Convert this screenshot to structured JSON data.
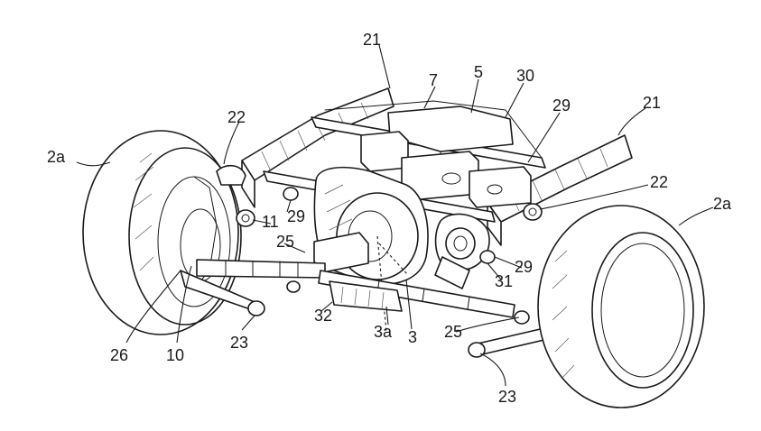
{
  "diagram": {
    "labels": {
      "wheel_left": "2a",
      "wheel_right": "2a",
      "side_frame_left": "21",
      "side_frame_right": "21",
      "cross_member": "7",
      "battery": "5",
      "bracket_30": "30",
      "support_29_upper": "29",
      "support_29_left": "29",
      "support_29_right": "29",
      "mount_22_left": "22",
      "mount_22_right": "22",
      "hub_11": "11",
      "rod_25_left": "25",
      "rod_25_right": "25",
      "arm_23_left": "23",
      "arm_23_right": "23",
      "knuckle_26": "26",
      "hub_10": "10",
      "housing_32": "32",
      "axis_3a": "3a",
      "motor_3": "3",
      "unit_31": "31"
    }
  }
}
